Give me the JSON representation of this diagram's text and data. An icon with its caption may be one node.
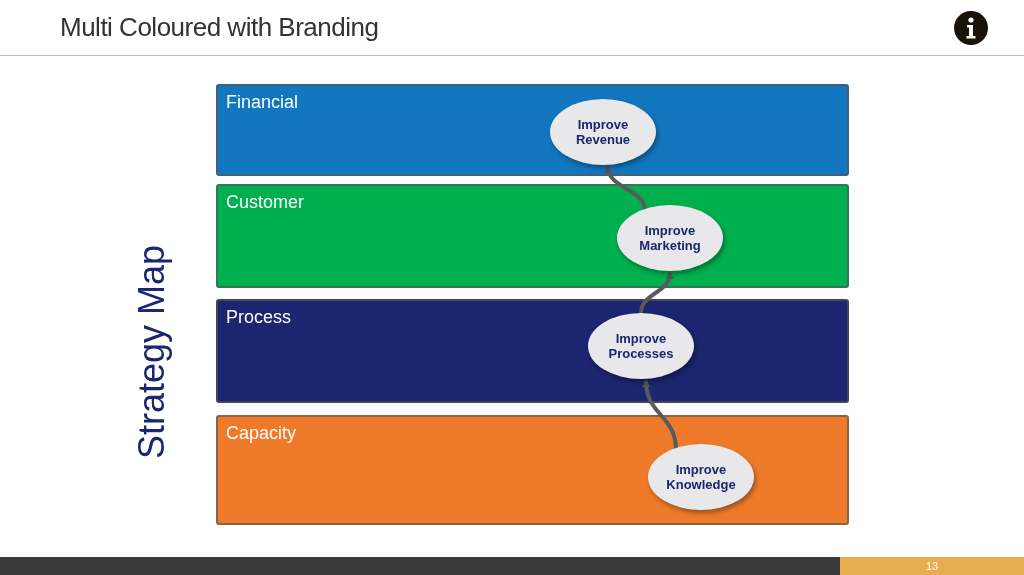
{
  "diagram": {
    "title": "Multi Coloured with Branding",
    "nodes": [
      {
        "text": [
          "Financial"
        ]
      },
      {
        "text": [
          "Improve Revenue"
        ],
        "in": 0
      },
      {
        "text": [
          "Customer"
        ]
      },
      {
        "text": [
          "Improve Marketing"
        ],
        "in": 2
      },
      {
        "text": [
          "Process"
        ]
      },
      {
        "text": [
          "Improve Processes"
        ],
        "in": 4
      },
      {
        "text": [
          "Capacity"
        ]
      },
      {
        "text": [
          "Improve Knowledge"
        ],
        "in": 6
      }
    ],
    "edges": [
      {
        "from": 7,
        "to": 5,
        "arrow": "to"
      },
      {
        "from": 5,
        "to": 3,
        "arrow": "to"
      },
      {
        "from": 3,
        "to": 1,
        "arrow": "to"
      }
    ],
    "labels": [
      "Strategy Map",
      "13"
    ]
  }
}
